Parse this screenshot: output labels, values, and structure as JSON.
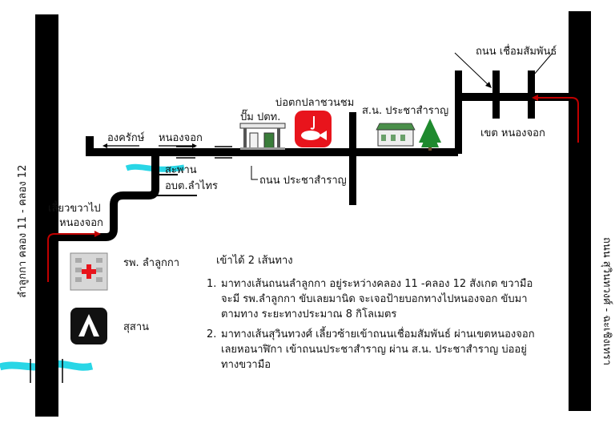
{
  "roads": {
    "left_main": "ลำลูกกา คลอง 11 - คลอง 12",
    "right_main": "ถนน สุวินทวงศ์ - ฉะเชิงเทรา",
    "connector": "ถนน เชื่อมสัมพันธ์",
    "middle": "ถนน ประชาสำราญ"
  },
  "labels": {
    "turn_right": "เลี้ยวขวาไป",
    "turn_right_2": "หนองจอก",
    "ongkarak": "องครักษ์",
    "nongchok_dir": "หนองจอก",
    "bridge_line1": "สะพาน",
    "bridge_line2": "อบต.ลำไทร",
    "gas_station": "ปั๊ม ปตท.",
    "fish_pond": "บ่อตกปลาชวนชม",
    "school": "ส.น. ประชาสำราญ",
    "district": "เขต หนองจอก",
    "hospital": "รพ. ลำลูกกา",
    "cemetery": "สุสาน"
  },
  "notes": {
    "intro": "เข้าได้ 2 เส้นทาง",
    "route1_num": "1.",
    "route1": "มาทางเส้นถนนลำลูกกา อยู่ระหว่างคลอง 11 -คลอง 12 สังเกต ขวามือ จะมี รพ.ลำลูกกา ขับเลยมานิด จะเจอป้ายบอกทางไปหนองจอก ขับมาตามทาง ระยะทางประมาณ 8 กิโลเมตร",
    "route2_num": "2.",
    "route2": "มาทางเส้นสุวินทวงศ์ เลี้ยวซ้ายเข้าถนนเชื่อมสัมพันธ์ ผ่านเขตหนองจอก เลยหอนาฬิกา เข้าถนนประชาสำราญ ผ่าน ส.น. ประชาสำราญ บ่ออยู่ทางขวามือ"
  },
  "colors": {
    "road": "#000000",
    "canal": "#29d6e6",
    "arrow": "#c00000",
    "fish_bg": "#e8141c",
    "tree": "#1f8a2e"
  }
}
